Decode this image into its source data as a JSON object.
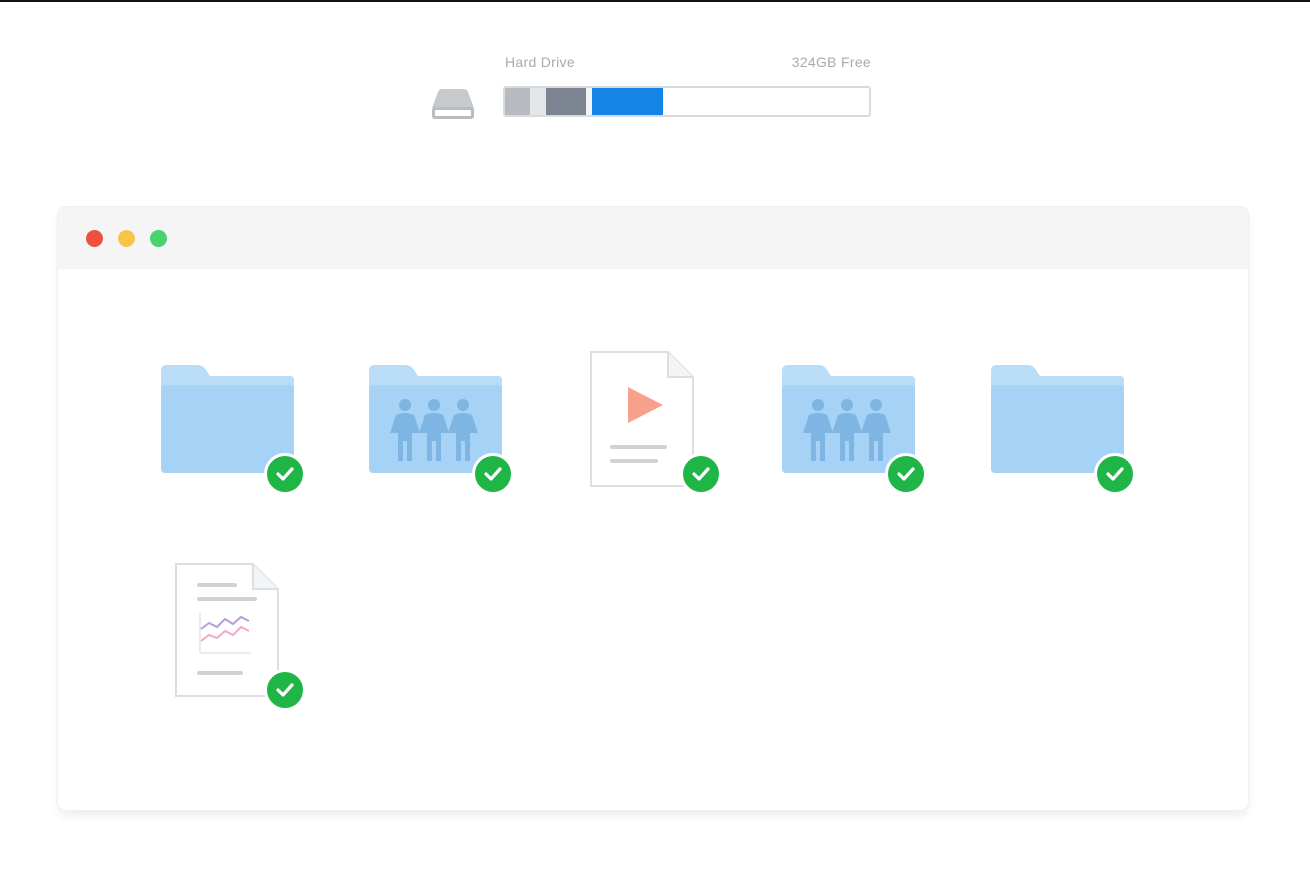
{
  "storage": {
    "label": "Hard Drive",
    "free_text": "324GB Free",
    "drive_icon": "hard-drive-icon",
    "segments": [
      {
        "name": "segment-system",
        "fraction": 0.068,
        "color": "#b7bbbf"
      },
      {
        "name": "segment-other",
        "fraction": 0.044,
        "color": "#e4e7ea"
      },
      {
        "name": "segment-apps",
        "fraction": 0.11,
        "color": "#7c8491"
      },
      {
        "name": "segment-gap",
        "fraction": 0.016,
        "color": "#f1f3f4"
      },
      {
        "name": "segment-documents",
        "fraction": 0.196,
        "color": "#1485e6"
      }
    ]
  },
  "window": {
    "traffic_lights": [
      "close",
      "minimize",
      "maximize"
    ],
    "colors": {
      "close": "#f0503f",
      "minimize": "#f8c646",
      "maximize": "#4ad26d"
    }
  },
  "files": [
    {
      "kind": "folder",
      "icon": "folder-icon",
      "synced": true
    },
    {
      "kind": "shared-folder",
      "icon": "shared-folder-icon",
      "synced": true
    },
    {
      "kind": "video-document",
      "icon": "video-document-icon",
      "synced": true
    },
    {
      "kind": "shared-folder",
      "icon": "shared-folder-icon",
      "synced": true
    },
    {
      "kind": "folder",
      "icon": "folder-icon",
      "synced": true
    },
    {
      "kind": "chart-document",
      "icon": "chart-document-icon",
      "synced": true
    }
  ],
  "colors": {
    "folder_body": "#a5d2f5",
    "folder_tab": "#b9dcf7",
    "sync_badge": "#1fb547",
    "people": "#7fb5e3"
  }
}
